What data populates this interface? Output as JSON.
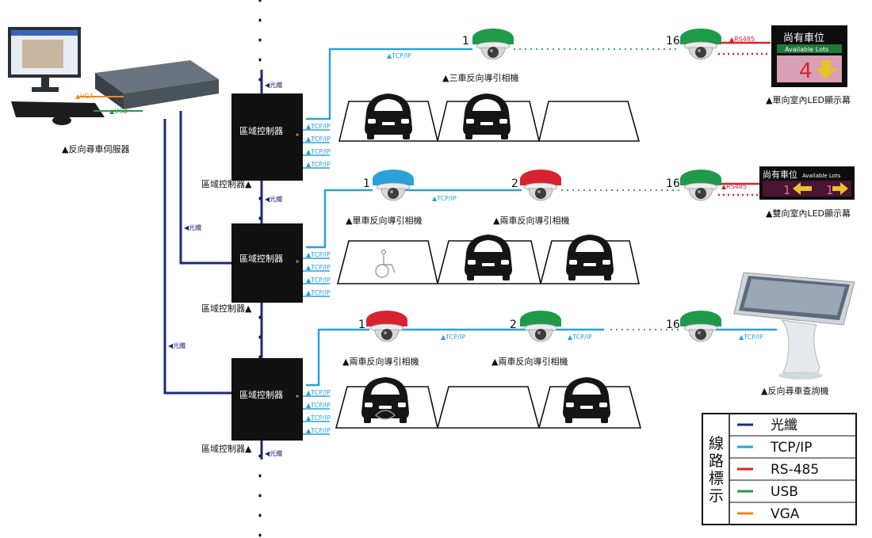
{
  "colors": {
    "fiber": "#1e2a78",
    "tcpip": "#2aa1d8",
    "rs485": "#d7232f",
    "usb": "#1f9a4a",
    "vga": "#e88a22",
    "cam_green": "#1f9a4a",
    "cam_blue": "#2aa1d8",
    "cam_red": "#d7232f"
  },
  "server": {
    "label": "▲反向尋車伺服器",
    "vga_tag": "▲VGA",
    "usb_tag": "▲USB"
  },
  "controllers": [
    {
      "name": "區域控制器",
      "caption": "區域控制器▲"
    },
    {
      "name": "區域控制器",
      "caption": "區域控制器▲"
    },
    {
      "name": "區域控制器",
      "caption": "區域控制器▲"
    }
  ],
  "fiber_tag": "◀光纖",
  "tcp_tag": "▲TCP/IP",
  "rs485_tag": "▲RS485",
  "rows": [
    {
      "cameras": [
        {
          "num": "1",
          "label": "▲三車反向導引相機"
        },
        {
          "num": "16",
          "label": ""
        }
      ],
      "display": {
        "title": "尚有車位",
        "subtitle": "Available Lots",
        "count": "4",
        "label": "▲單向室內LED顯示幕"
      }
    },
    {
      "cameras": [
        {
          "num": "1",
          "label": "▲單車反向導引相機"
        },
        {
          "num": "2",
          "label": "▲兩車反向導引相機"
        },
        {
          "num": "16",
          "label": ""
        }
      ],
      "display": {
        "title": "尚有車位",
        "subtitle": "Available Lots",
        "count_left": "1",
        "count_right": "1",
        "label": "▲雙向室內LED顯示幕"
      }
    },
    {
      "cameras": [
        {
          "num": "1",
          "label": "▲兩車反向導引相機"
        },
        {
          "num": "2",
          "label": "▲兩車反向導引相機"
        },
        {
          "num": "16",
          "label": ""
        }
      ],
      "kiosk": {
        "label": "▲反向尋車查詢機"
      }
    }
  ],
  "legend": {
    "title": "線路標示",
    "items": [
      {
        "label": "光纖",
        "color": "#1e2a78"
      },
      {
        "label": "TCP/IP",
        "color": "#2aa1d8"
      },
      {
        "label": "RS-485",
        "color": "#d7232f"
      },
      {
        "label": "USB",
        "color": "#1f9a4a"
      },
      {
        "label": "VGA",
        "color": "#e88a22"
      }
    ]
  }
}
